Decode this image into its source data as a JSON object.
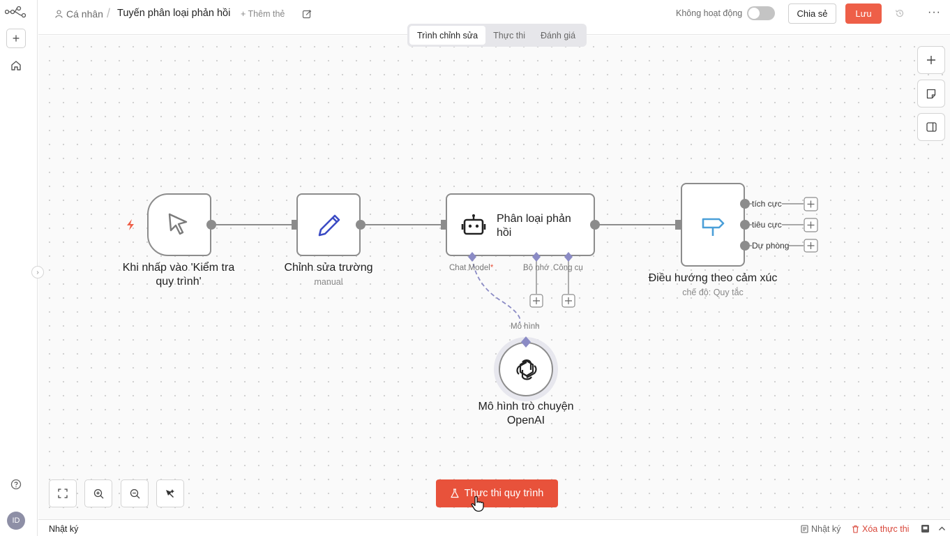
{
  "header": {
    "breadcrumb_owner": "Cá nhân",
    "separator": "/",
    "workflow_title": "Tuyến phân loại phản hồi",
    "add_tag": "+ Thêm thẻ",
    "status_label": "Không hoạt động",
    "share_label": "Chia sẻ",
    "save_label": "Lưu"
  },
  "tabs": [
    {
      "label": "Trình chỉnh sửa",
      "active": true
    },
    {
      "label": "Thực thi",
      "active": false
    },
    {
      "label": "Đánh giá",
      "active": false
    }
  ],
  "nodes": {
    "trigger": {
      "label": "Khi nhấp vào 'Kiểm tra quy trình'"
    },
    "edit_fields": {
      "label": "Chỉnh sửa trường",
      "subtitle": "manual"
    },
    "classifier": {
      "label": "Phân loại phản hồi",
      "inputs": [
        "Chat Model",
        "Bộ nhớ",
        "Công cụ"
      ],
      "required_mark": "*"
    },
    "chat_model": {
      "label": "Mô hình trò chuyện OpenAI",
      "output": "Mô hình"
    },
    "router": {
      "label": "Điều hướng theo cảm xúc",
      "subtitle": "chế độ: Quy tắc",
      "outputs": [
        "tích cực",
        "tiêu cực",
        "Dự phòng"
      ]
    }
  },
  "run_button": "Thực thi quy trình",
  "footer": {
    "log_title": "Nhật ký",
    "logs_button": "Nhật ký",
    "clear_button": "Xóa thực thi"
  },
  "user": {
    "initials": "ID"
  },
  "colors": {
    "primary": "#ee5f48",
    "run": "#e8523b",
    "connector": "#8b8bc5",
    "node_border": "#8c8c8c"
  },
  "icons": [
    "workflow-logo-icon",
    "plus-icon",
    "home-icon",
    "help-icon",
    "user-icon",
    "edit-icon",
    "history-icon",
    "more-icon",
    "note-icon",
    "panel-icon",
    "fit-view-icon",
    "zoom-in-icon",
    "zoom-out-icon",
    "tidy-up-icon",
    "flask-icon",
    "cursor-icon",
    "pencil-icon",
    "robot-icon",
    "openai-icon",
    "signpost-icon",
    "lightning-icon"
  ]
}
